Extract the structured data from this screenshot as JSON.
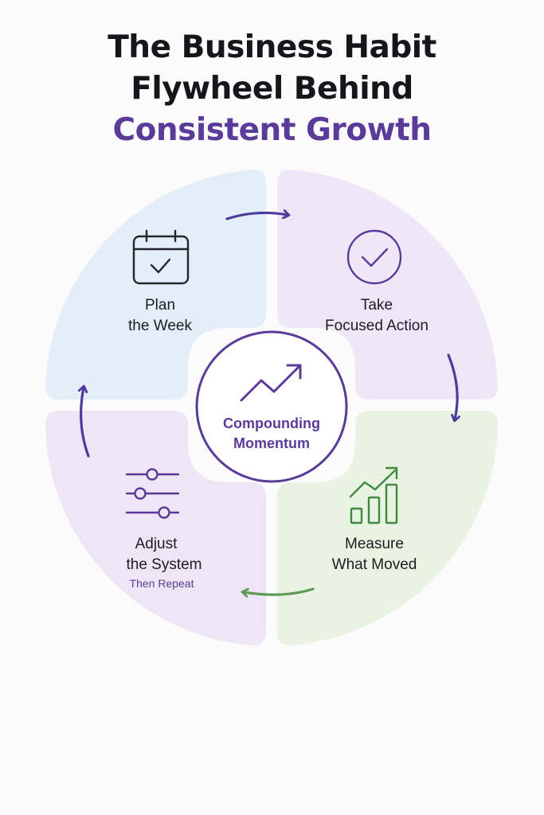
{
  "title": {
    "line1": "The Business Habit",
    "line2": "Flywheel Behind",
    "line3": "Consistent Growth"
  },
  "center": {
    "line1": "Compounding",
    "line2": "Momentum",
    "icon": "trend-up-arrow-icon"
  },
  "steps": [
    {
      "line1": "Plan",
      "line2": "the Week",
      "icon": "calendar-check-icon",
      "color": "#e3eef8"
    },
    {
      "line1": "Take",
      "line2": "Focused Action",
      "icon": "check-circle-icon",
      "color": "#efe7f7"
    },
    {
      "line1": "Measure",
      "line2": "What Moved",
      "icon": "bar-chart-growth-icon",
      "color": "#e8f3e2"
    },
    {
      "line1": "Adjust",
      "line2": "the System",
      "sub": "Then Repeat",
      "icon": "sliders-icon",
      "color": "#eee6f5"
    }
  ],
  "colors": {
    "accent": "#5b3b99",
    "arrow_purple": "#4f3a9e",
    "arrow_green": "#5e9a55"
  }
}
